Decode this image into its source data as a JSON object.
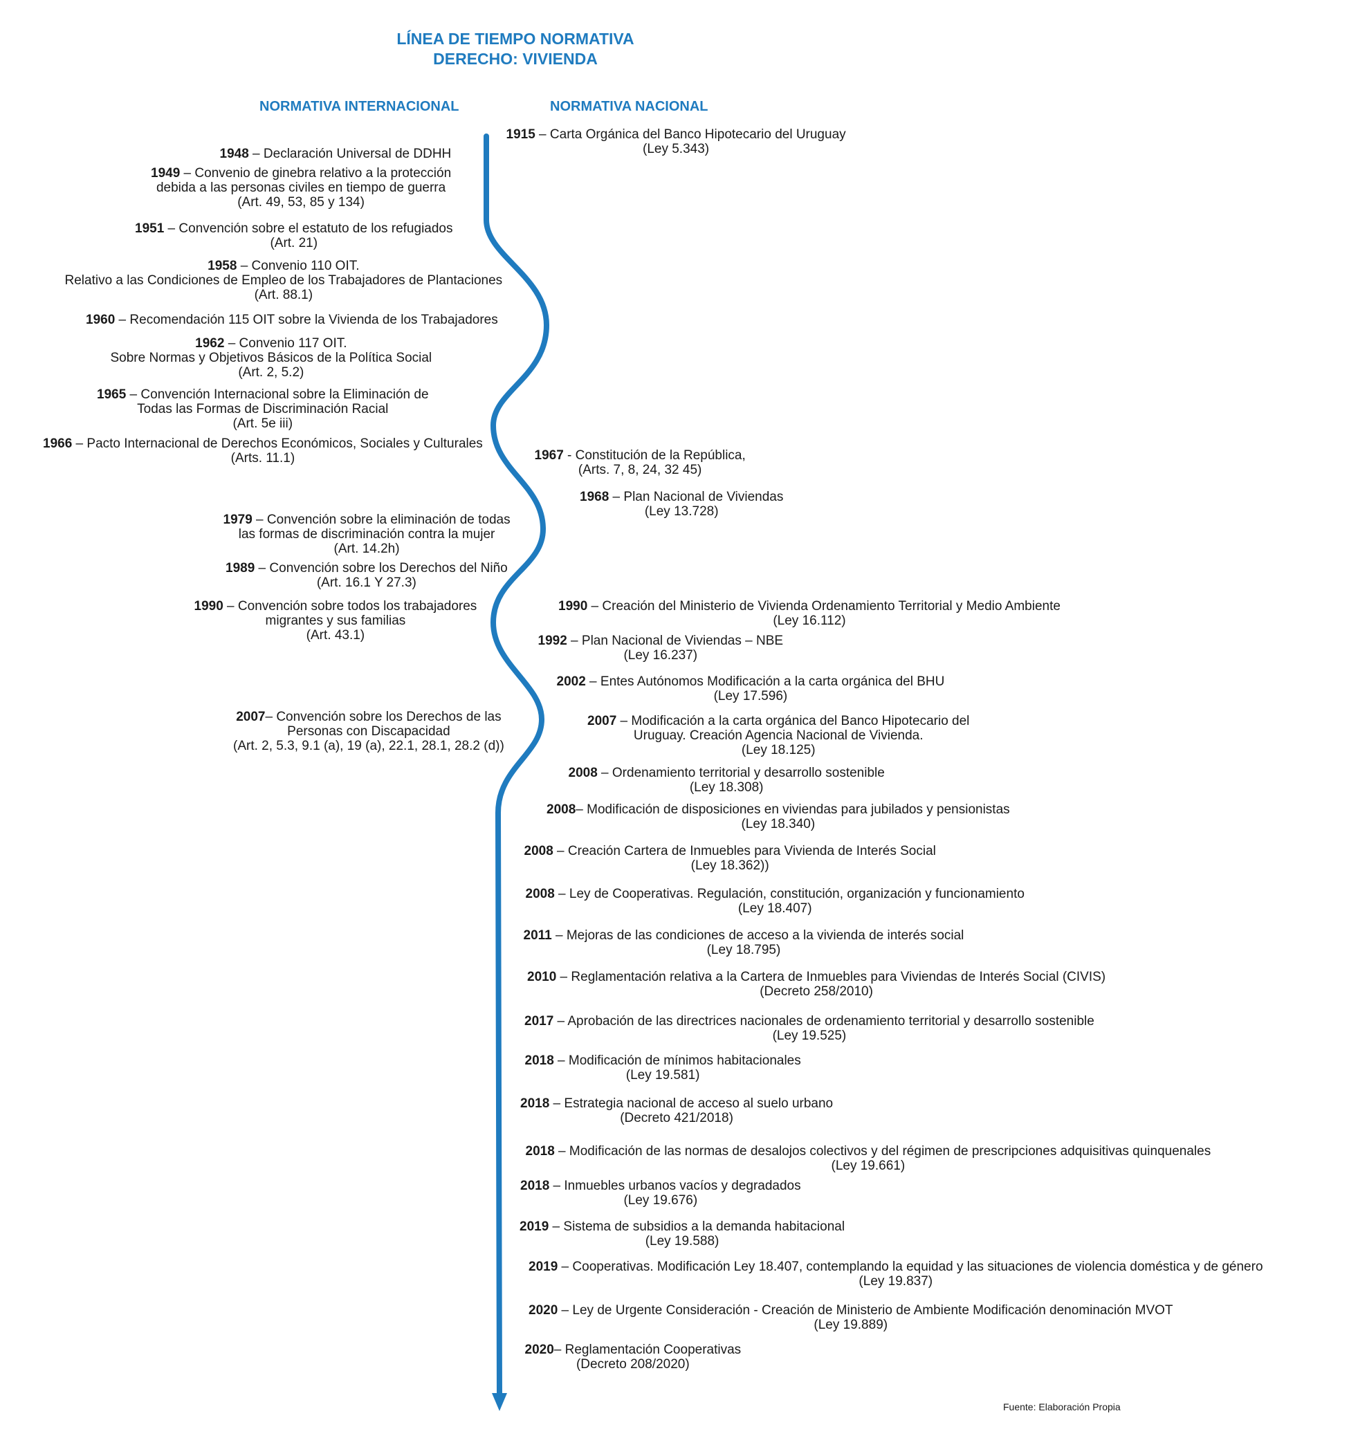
{
  "header": {
    "title_line1": "LÍNEA DE TIEMPO NORMATIVA",
    "title_line2": "DERECHO: VIVIENDA",
    "col_international": "NORMATIVA INTERNACIONAL",
    "col_national": "NORMATIVA NACIONAL"
  },
  "colors": {
    "accent": "#1f7bbf",
    "text": "#1a1a1a"
  },
  "international": [
    {
      "year": "1948",
      "lines": [
        " –  Declaración Universal de DDHH"
      ]
    },
    {
      "year": "1949",
      "lines": [
        " – Convenio de ginebra relativo a la protección",
        "debida a las personas civiles en tiempo de guerra",
        "(Art. 49, 53, 85 y 134)"
      ]
    },
    {
      "year": "1951",
      "lines": [
        " – Convención sobre el estatuto de los refugiados",
        "(Art. 21)"
      ]
    },
    {
      "year": "1958",
      "lines": [
        " – Convenio 110 OIT.",
        "Relativo a las Condiciones de Empleo de los Trabajadores de Plantaciones",
        "(Art. 88.1)"
      ]
    },
    {
      "year": "1960",
      "lines": [
        " – Recomendación 115 OIT sobre la Vivienda de los Trabajadores"
      ]
    },
    {
      "year": "1962",
      "lines": [
        " – Convenio 117 OIT.",
        "Sobre Normas y Objetivos Básicos de la Política Social",
        "(Art. 2, 5.2)"
      ]
    },
    {
      "year": "1965",
      "lines": [
        " – Convención Internacional sobre la Eliminación de",
        "Todas las Formas de Discriminación Racial",
        "(Art. 5e iii)"
      ]
    },
    {
      "year": "1966",
      "lines": [
        " – Pacto Internacional de Derechos Económicos, Sociales y Culturales",
        "(Arts. 11.1)"
      ]
    },
    {
      "year": "1979",
      "lines": [
        " – Convención sobre la eliminación de todas",
        "las formas de discriminación contra la mujer",
        "(Art. 14.2h)"
      ]
    },
    {
      "year": "1989",
      "lines": [
        " – Convención sobre los Derechos del Niño",
        "(Art. 16.1 Y 27.3)"
      ]
    },
    {
      "year": "1990",
      "lines": [
        " – Convención sobre todos los trabajadores",
        "migrantes y sus familias",
        "(Art. 43.1)"
      ]
    },
    {
      "year": "2007",
      "lines": [
        "– Convención sobre los Derechos de las",
        "Personas con Discapacidad",
        "(Art. 2, 5.3, 9.1 (a), 19 (a), 22.1, 28.1, 28.2 (d))"
      ]
    }
  ],
  "national": [
    {
      "year": "1915",
      "lines": [
        " – Carta Orgánica del Banco Hipotecario del Uruguay",
        "(Ley 5.343)"
      ]
    },
    {
      "year": "1967",
      "lines": [
        " - Constitución de la República,",
        "(Arts. 7, 8, 24, 32 45)"
      ]
    },
    {
      "year": "1968",
      "lines": [
        " – Plan Nacional de Viviendas",
        "(Ley 13.728)"
      ]
    },
    {
      "year": "1990",
      "lines": [
        " – Creación del Ministerio de Vivienda Ordenamiento Territorial y Medio Ambiente",
        "(Ley 16.112)"
      ]
    },
    {
      "year": "1992",
      "lines": [
        " – Plan Nacional de Viviendas – NBE",
        "(Ley 16.237)"
      ]
    },
    {
      "year": "2002",
      "lines": [
        " – Entes Autónomos Modificación a la carta orgánica del BHU",
        "(Ley 17.596)"
      ]
    },
    {
      "year": "2007",
      "lines": [
        " – Modificación a la carta orgánica del Banco Hipotecario del",
        "Uruguay. Creación Agencia Nacional de Vivienda.",
        "(Ley 18.125)"
      ]
    },
    {
      "year": "2008",
      "lines": [
        " – Ordenamiento territorial y desarrollo sostenible",
        "(Ley 18.308)"
      ]
    },
    {
      "year": "2008",
      "lines": [
        "– Modificación de disposiciones en viviendas para jubilados y pensionistas",
        "(Ley 18.340)"
      ]
    },
    {
      "year": "2008",
      "lines": [
        " – Creación Cartera de Inmuebles para Vivienda de Interés Social",
        "(Ley 18.362))"
      ]
    },
    {
      "year": "2008",
      "lines": [
        " – Ley de Cooperativas. Regulación, constitución, organización y funcionamiento",
        "(Ley 18.407)"
      ]
    },
    {
      "year": "2011",
      "lines": [
        " – Mejoras de las condiciones de acceso a la vivienda de interés social",
        "(Ley 18.795)"
      ]
    },
    {
      "year": "2010",
      "lines": [
        " – Reglamentación relativa a la Cartera de Inmuebles para Viviendas de Interés Social (CIVIS)",
        "(Decreto 258/2010)"
      ]
    },
    {
      "year": "2017",
      "lines": [
        " – Aprobación de las directrices nacionales de ordenamiento territorial y desarrollo sostenible",
        "(Ley 19.525)"
      ]
    },
    {
      "year": "2018",
      "lines": [
        " – Modificación de mínimos habitacionales",
        "(Ley 19.581)"
      ]
    },
    {
      "year": "2018",
      "lines": [
        " – Estrategia nacional de acceso al suelo urbano",
        "(Decreto 421/2018)"
      ]
    },
    {
      "year": "2018",
      "lines": [
        " – Modificación de las normas de desalojos colectivos y del régimen de prescripciones adquisitivas quinquenales",
        "(Ley 19.661)"
      ]
    },
    {
      "year": "2018",
      "lines": [
        " – Inmuebles urbanos vacíos y degradados",
        "(Ley 19.676)"
      ]
    },
    {
      "year": "2019",
      "lines": [
        " – Sistema de subsidios a la demanda habitacional",
        "(Ley 19.588)"
      ]
    },
    {
      "year": "2019",
      "lines": [
        " – Cooperativas. Modificación Ley 18.407, contemplando la equidad y las situaciones de violencia doméstica y de género",
        "(Ley 19.837)"
      ]
    },
    {
      "year": "2020",
      "lines": [
        " – Ley de Urgente Consideración - Creación de Ministerio de Ambiente Modificación denominación MVOT",
        "(Ley 19.889)"
      ]
    },
    {
      "year": "2020",
      "lines": [
        "– Reglamentación Cooperativas",
        "(Decreto 208/2020)"
      ]
    }
  ],
  "source": "Fuente: Elaboración Propia"
}
